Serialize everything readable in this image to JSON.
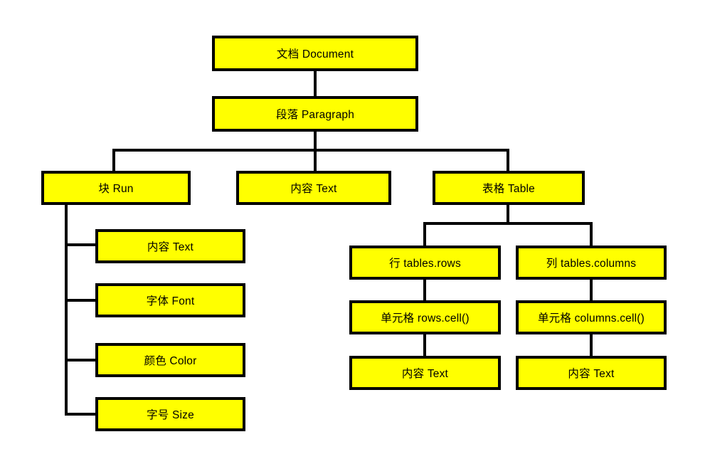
{
  "diagram": {
    "type": "tree-flowchart",
    "background_color": "#ffffff",
    "node_fill_color": "#ffff00",
    "node_border_color": "#000000",
    "connector_color": "#000000",
    "nodes": {
      "document": {
        "label": "文档 Document"
      },
      "paragraph": {
        "label": "段落 Paragraph"
      },
      "run": {
        "label": "块 Run"
      },
      "paragraph_text": {
        "label": "内容 Text"
      },
      "table": {
        "label": "表格 Table"
      },
      "run_text": {
        "label": "内容 Text"
      },
      "run_font": {
        "label": "字体 Font"
      },
      "run_color": {
        "label": "颜色 Color"
      },
      "run_size": {
        "label": "字号 Size"
      },
      "table_rows": {
        "label": "行 tables.rows"
      },
      "table_columns": {
        "label": "列 tables.columns"
      },
      "rows_cell": {
        "label": "单元格 rows.cell()"
      },
      "columns_cell": {
        "label": "单元格 columns.cell()"
      },
      "rows_text": {
        "label": "内容 Text"
      },
      "columns_text": {
        "label": "内容 Text"
      }
    },
    "edges": [
      [
        "document",
        "paragraph"
      ],
      [
        "paragraph",
        "run"
      ],
      [
        "paragraph",
        "paragraph_text"
      ],
      [
        "paragraph",
        "table"
      ],
      [
        "run",
        "run_text"
      ],
      [
        "run",
        "run_font"
      ],
      [
        "run",
        "run_color"
      ],
      [
        "run",
        "run_size"
      ],
      [
        "table",
        "table_rows"
      ],
      [
        "table",
        "table_columns"
      ],
      [
        "table_rows",
        "rows_cell"
      ],
      [
        "table_columns",
        "columns_cell"
      ],
      [
        "rows_cell",
        "rows_text"
      ],
      [
        "columns_cell",
        "columns_text"
      ]
    ]
  }
}
